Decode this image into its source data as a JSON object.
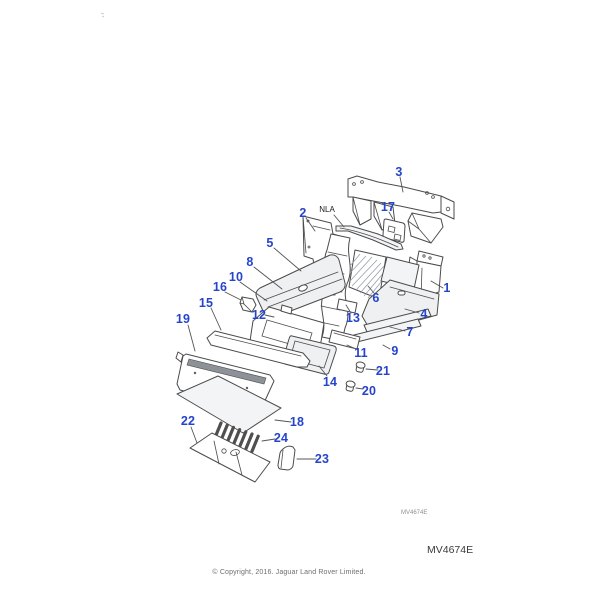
{
  "figure": {
    "type": "exploded-parts-diagram",
    "subject": "Floor covering and insulation panels exploded view",
    "code_small": "MV4674E",
    "code_large": "MV4674E",
    "copyright": "© Copyright, 2016. Jaguar Land Rover Limited.",
    "nla_label": "NLA",
    "colors": {
      "callout_blue": "#2644cb",
      "line_gray": "#4b4b4b",
      "fill_light": "#eef0f2",
      "code_gray": "#8f8f8f",
      "copyright_gray": "#6e6e6e"
    },
    "callouts": [
      {
        "label": "1"
      },
      {
        "label": "2"
      },
      {
        "label": "3"
      },
      {
        "label": "4"
      },
      {
        "label": "5"
      },
      {
        "label": "6"
      },
      {
        "label": "7"
      },
      {
        "label": "8"
      },
      {
        "label": "9"
      },
      {
        "label": "10"
      },
      {
        "label": "11"
      },
      {
        "label": "12"
      },
      {
        "label": "13"
      },
      {
        "label": "14"
      },
      {
        "label": "15"
      },
      {
        "label": "16"
      },
      {
        "label": "17"
      },
      {
        "label": "18"
      },
      {
        "label": "19"
      },
      {
        "label": "20"
      },
      {
        "label": "21"
      },
      {
        "label": "22"
      },
      {
        "label": "23"
      },
      {
        "label": "24"
      }
    ]
  }
}
